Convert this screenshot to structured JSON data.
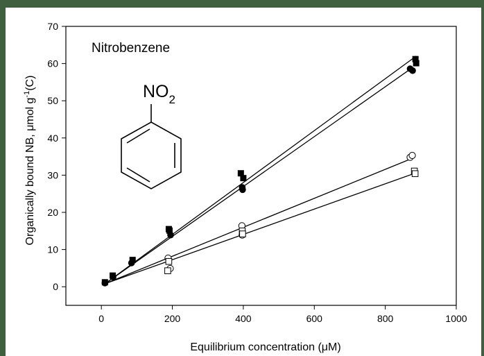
{
  "chart_data": {
    "type": "scatter",
    "annotation": "Nitrobenzene",
    "molecule_label": "NO",
    "molecule_subscript": "2",
    "xlabel": "Equilibrium concentration (μM)",
    "ylabel_main": "Organically bound NB, μmol g",
    "ylabel_sup": "-1",
    "ylabel_tail": "(C)",
    "xlim": [
      -100,
      1000
    ],
    "ylim": [
      -5,
      70
    ],
    "xticks": [
      0,
      200,
      400,
      600,
      800,
      1000
    ],
    "yticks": [
      0,
      10,
      20,
      30,
      40,
      50,
      60,
      70
    ],
    "grid": false,
    "series": [
      {
        "marker": "filled-square",
        "points": [
          [
            10,
            1.2
          ],
          [
            32,
            3.0
          ],
          [
            88,
            7.2
          ],
          [
            190,
            15.5
          ],
          [
            192,
            15.1
          ],
          [
            393,
            30.5
          ],
          [
            400,
            29.2
          ],
          [
            885,
            61.2
          ],
          [
            887,
            60.1
          ]
        ],
        "fit": [
          [
            10,
            0.8
          ],
          [
            887,
            62.0
          ]
        ]
      },
      {
        "marker": "filled-circle",
        "points": [
          [
            10,
            1.0
          ],
          [
            33,
            2.6
          ],
          [
            85,
            6.4
          ],
          [
            195,
            13.9
          ],
          [
            397,
            26.7
          ],
          [
            398,
            26.1
          ],
          [
            870,
            58.6
          ],
          [
            877,
            58.1
          ]
        ],
        "fit": [
          [
            10,
            0.8
          ],
          [
            878,
            59.0
          ]
        ]
      },
      {
        "marker": "open-circle",
        "points": [
          [
            188,
            7.7
          ],
          [
            194,
            4.9
          ],
          [
            396,
            16.4
          ],
          [
            397,
            13.9
          ],
          [
            870,
            34.8
          ],
          [
            876,
            35.3
          ]
        ],
        "fit": [
          [
            10,
            0.8
          ],
          [
            878,
            34.6
          ]
        ]
      },
      {
        "marker": "open-square",
        "points": [
          [
            187,
            4.3
          ],
          [
            190,
            6.8
          ],
          [
            397,
            15.0
          ],
          [
            398,
            14.2
          ],
          [
            882,
            31.1
          ],
          [
            884,
            30.4
          ]
        ],
        "fit": [
          [
            10,
            0.8
          ],
          [
            886,
            30.6
          ]
        ]
      }
    ]
  }
}
